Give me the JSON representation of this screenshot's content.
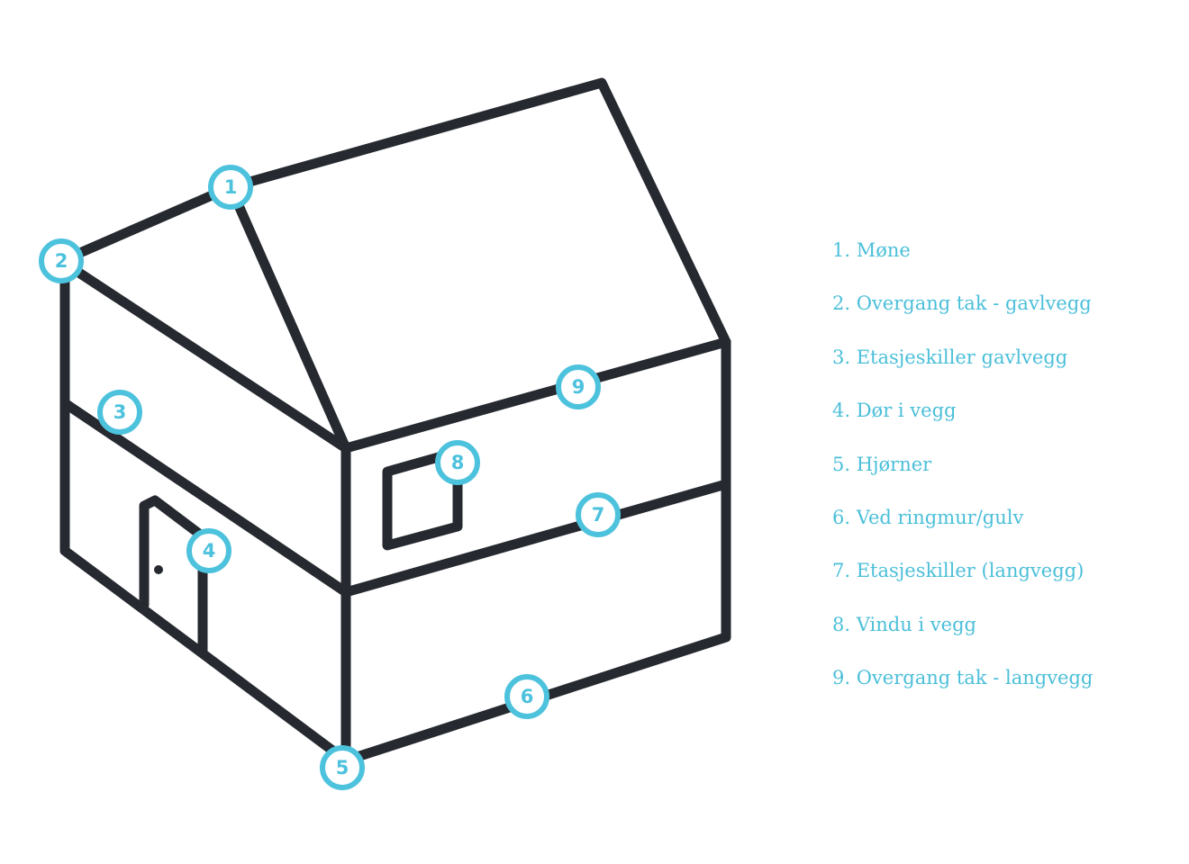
{
  "colors": {
    "outline": "#262a30",
    "accent": "#4dc2dd"
  },
  "markers": [
    "1",
    "2",
    "3",
    "4",
    "5",
    "6",
    "7",
    "8",
    "9"
  ],
  "legend": [
    "1. Møne",
    "2. Overgang tak - gavlvegg",
    "3. Etasjeskiller gavlvegg",
    "4. Dør i vegg",
    "5. Hjørner",
    "6. Ved ringmur/gulv",
    "7. Etasjeskiller (langvegg)",
    "8. Vindu i vegg",
    "9. Overgang tak - langvegg"
  ]
}
